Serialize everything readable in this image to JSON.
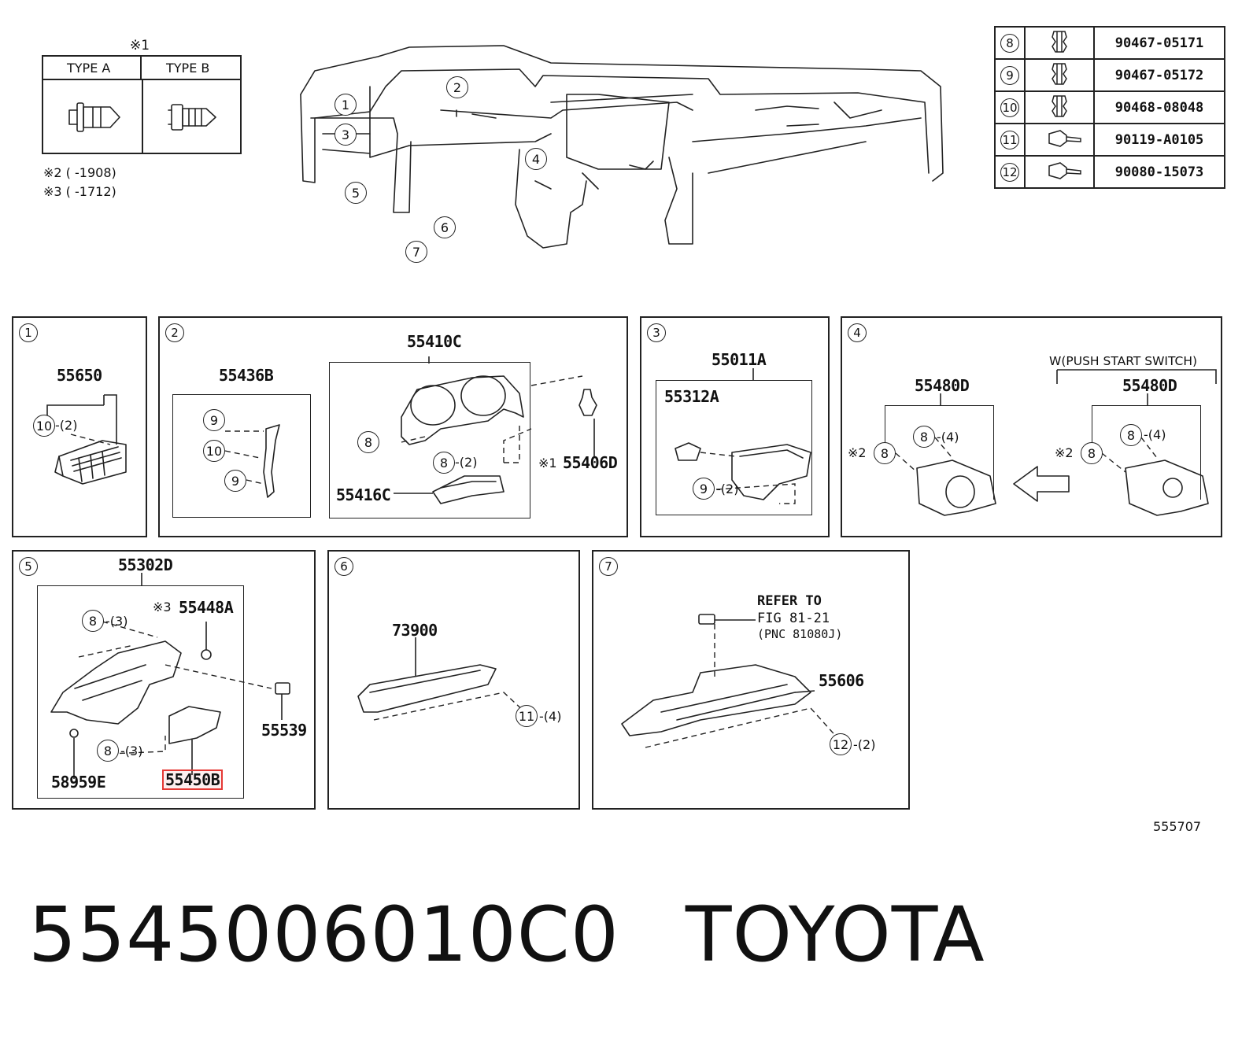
{
  "type_legend": {
    "ref_mark": "※1",
    "type_a": "TYPE A",
    "type_b": "TYPE B",
    "note2": "※2 (     -1908)",
    "note3": "※3 (     -1712)"
  },
  "fasteners": [
    {
      "ref": "8",
      "part": "90467-05171"
    },
    {
      "ref": "9",
      "part": "90467-05172"
    },
    {
      "ref": "10",
      "part": "90468-08048"
    },
    {
      "ref": "11",
      "part": "90119-A0105"
    },
    {
      "ref": "12",
      "part": "90080-15073"
    }
  ],
  "overview_callouts": [
    "1",
    "2",
    "3",
    "4",
    "5",
    "6",
    "7"
  ],
  "panels": {
    "p1": {
      "id": "1",
      "part": "55650",
      "clip": "10",
      "qty": "-(2)"
    },
    "p2": {
      "id": "2",
      "part_left": "55436B",
      "part_main": "55410C",
      "part_bottom": "55416C",
      "part_clip": "55406D",
      "clip_mark": "※1",
      "c9a": "9",
      "c10": "10",
      "c9b": "9",
      "c8": "8",
      "c8b": "8",
      "qty8b": "-(2)"
    },
    "p3": {
      "id": "3",
      "part_outer": "55011A",
      "part_inner": "55312A",
      "c9": "9",
      "qty9": "-(2)"
    },
    "p4": {
      "id": "4",
      "part_left": "55480D",
      "part_right": "55480D",
      "variant": "W(PUSH START SWITCH)",
      "mark": "※2",
      "c8": "8",
      "qty": "-(4)"
    },
    "p5": {
      "id": "5",
      "part_main": "55302D",
      "part_clip": "55448A",
      "clip_mark": "※3",
      "part_side": "55539",
      "part_screw": "58959E",
      "part_box": "55450B",
      "c8": "8",
      "qty": "-(3)"
    },
    "p6": {
      "id": "6",
      "part": "73900",
      "c11": "11",
      "qty": "-(4)"
    },
    "p7": {
      "id": "7",
      "part": "55606",
      "refer1": "REFER TO",
      "refer2": "FIG 81-21",
      "refer3": "(PNC 81080J)",
      "c12": "12",
      "qty": "-(2)"
    }
  },
  "diagram_code": "555707",
  "footer": {
    "part_number": "5545006010C0",
    "brand": "TOYOTA"
  }
}
